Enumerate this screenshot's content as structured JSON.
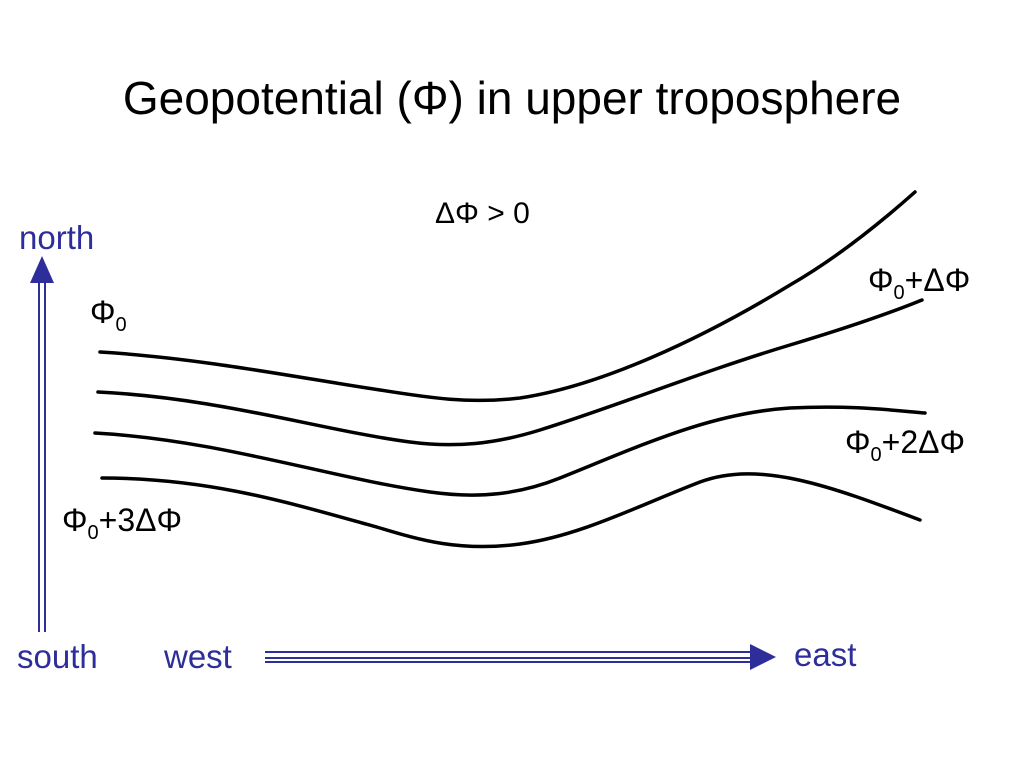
{
  "title": "Geopotential (Φ) in upper troposphere",
  "colors": {
    "contour": "#000000",
    "direction": "#2E2E9A"
  },
  "annotation": {
    "delta_phi": "ΔΦ > 0"
  },
  "contours": [
    {
      "symbol": "Φ",
      "subscript": "0",
      "suffix": ""
    },
    {
      "symbol": "Φ",
      "subscript": "0",
      "suffix": "+ΔΦ"
    },
    {
      "symbol": "Φ",
      "subscript": "0",
      "suffix": "+2ΔΦ"
    },
    {
      "symbol": "Φ",
      "subscript": "0",
      "suffix": "+3ΔΦ"
    }
  ],
  "compass": {
    "north": "north",
    "south": "south",
    "west": "west",
    "east": "east"
  }
}
